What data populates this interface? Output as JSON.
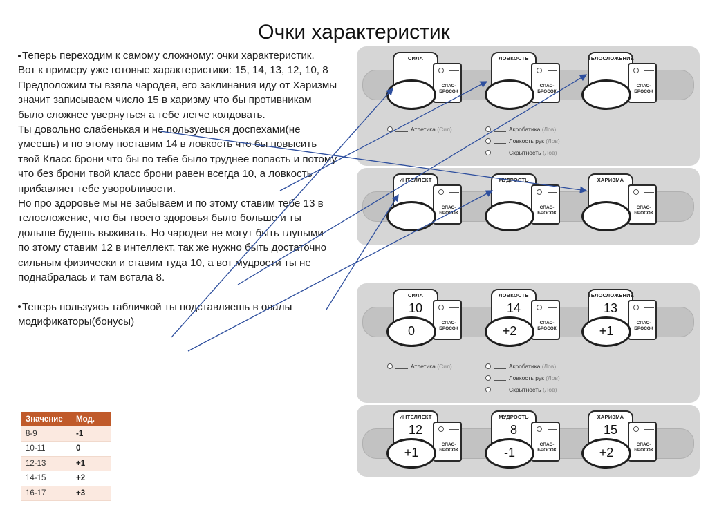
{
  "title": "Очки характеристик",
  "text": {
    "p1": "Теперь переходим к самому сложному: очки характеристик.",
    "p2": "Вот к примеру уже готовые характеристики: 15, 14, 13, 12, 10, 8",
    "p3": "Предположим ты взяла чародея, его заклинания иду от Харизмы значит записываем число 15 в харизму что бы противникам было сложнее увернуться а тебе легче колдовать.",
    "p4": "Ты довольно слабенькая и не пользуешься доспехами(не умеешь) и по этому поставим 14 в ловкость что бы повысить твой Класс брони что бы по тебе было труднее попасть и потому что без брони твой класс брони равен всегда 10, а ловкость прибавляет тебе увороtливости.",
    "p5": "Но про здоровье мы не забываем и по этому ставим тебе 13 в телосложение, что бы твоего здоровья было больше и ты дольше будешь выживать. Но чародеи не могут быть глупыми по этому ставим 12 в интеллект, так же нужно быть достаточно сильным физически и ставим туда 10, а вот мудрости ты не поднабралась и там встала 8.",
    "p6": "Теперь пользуясь табличкой ты подставляешь в овалы модификаторы(бонусы)"
  },
  "table": {
    "headers": [
      "Значение",
      "Мод."
    ],
    "rows": [
      [
        "8-9",
        "-1"
      ],
      [
        "10-11",
        "0"
      ],
      [
        "12-13",
        "+1"
      ],
      [
        "14-15",
        "+2"
      ],
      [
        "16-17",
        "+3"
      ]
    ]
  },
  "save_label_1": "СПАС-",
  "save_label_2": "БРОСОК",
  "stats_row1": [
    "СИЛА",
    "ЛОВКОСТЬ",
    "ТЕЛОСЛОЖЕНИЕ"
  ],
  "stats_row2": [
    "ИНТЕЛЛЕКТ",
    "МУДРОСТЬ",
    "ХАРИЗМА"
  ],
  "skills_str": {
    "name": "Атлетика",
    "abbr": "(Сил)"
  },
  "skills_dex": [
    {
      "name": "Акробатика",
      "abbr": "(Лов)"
    },
    {
      "name": "Ловкость рук",
      "abbr": "(Лов)"
    },
    {
      "name": "Скрытность",
      "abbr": "(Лов)"
    }
  ],
  "filled_row1": {
    "scores": [
      "10",
      "14",
      "13"
    ],
    "mods": [
      "0",
      "+2",
      "+1"
    ]
  },
  "filled_row2": {
    "scores": [
      "12",
      "8",
      "15"
    ],
    "mods": [
      "+1",
      "-1",
      "+2"
    ]
  }
}
